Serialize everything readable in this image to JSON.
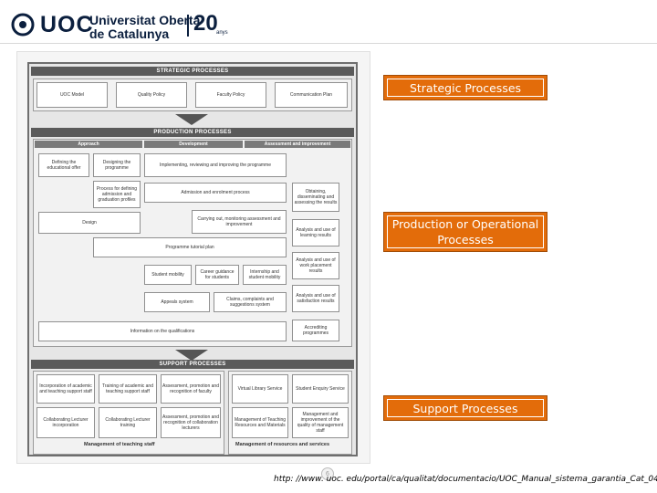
{
  "header": {
    "logo_text": "UOC",
    "university_line1": "Universitat Oberta",
    "university_line2": "de Catalunya",
    "anniversary_number": "20",
    "anniversary_label": "anys"
  },
  "diagram": {
    "strategic": {
      "title": "STRATEGIC PROCESSES",
      "items": [
        "UOC Model",
        "Quality Policy",
        "Faculty Policy",
        "Communication Plan"
      ]
    },
    "production": {
      "title": "PRODUCTION PROCESSES",
      "columns": [
        "Approach",
        "Development",
        "Assessment and improvement"
      ],
      "approach_items": [
        "Defining the educational offer",
        "Designing the programme",
        "Process for defining admission and graduation profiles",
        "Design"
      ],
      "development_items": [
        "Implementing, reviewing and improving the programme",
        "Admission and enrolment process",
        "Carrying out, monitoring assessment and improvement",
        "Programme tutorial plan",
        "Student mobility",
        "Career guidance for students",
        "Internship and student mobility",
        "Appeals system",
        "Claims, complaints and suggestions system",
        "Information on the qualifications"
      ],
      "assessment_items": [
        "Obtaining, disseminating and assessing the results",
        "Analysis and use of learning results",
        "Analysis and use of work placement results",
        "Analysis and use of satisfaction results",
        "Accrediting programmes"
      ]
    },
    "support": {
      "title": "SUPPORT PROCESSES",
      "teaching_items": [
        "Incorporation of academic and teaching support staff",
        "Training of academic and teaching support staff",
        "Assessment, promotion and recognition of faculty",
        "Collaborating Lecturer incorporation",
        "Collaborating Lecturer training",
        "Assessment, promotion and recognition of collaboration lecturers"
      ],
      "teaching_label": "Management of teaching staff",
      "resource_items": [
        "Virtual Library Service",
        "Student Enquiry Service",
        "Management of Teaching Resources and Materials",
        "Management and improvement of the quality of management staff"
      ],
      "resource_label": "Management of resources and services"
    }
  },
  "callouts": {
    "strategic": "Strategic Processes",
    "production": "Production or Operational Processes",
    "support": "Support Processes"
  },
  "footer": {
    "page_number": "6",
    "url": "http: //www. uoc. edu/portal/ca/qualitat/documentacio/UOC_Manual_sistema_garantia_Cat_04-1. pdf"
  },
  "colors": {
    "callout": "#e36c0a",
    "brand": "#0b1f3e",
    "diagram_bar": "#5a5a5a"
  }
}
